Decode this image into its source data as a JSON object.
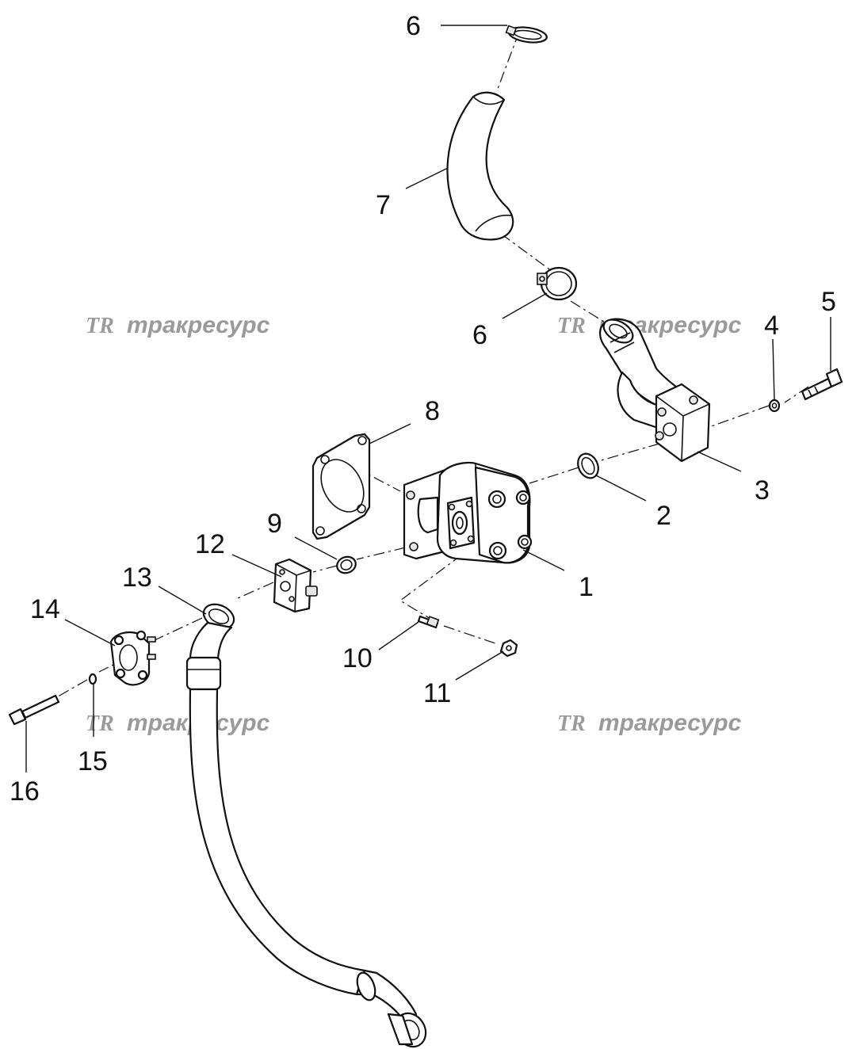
{
  "watermarks": [
    {
      "logo": "TR",
      "text": "тракресурс"
    },
    {
      "logo": "TR",
      "text": "тракресурс"
    },
    {
      "logo": "TR",
      "text": "тракресурс"
    },
    {
      "logo": "TR",
      "text": "тракресурс"
    }
  ],
  "callouts": [
    {
      "id": "c1",
      "label": "1"
    },
    {
      "id": "c2",
      "label": "2"
    },
    {
      "id": "c3",
      "label": "3"
    },
    {
      "id": "c4",
      "label": "4"
    },
    {
      "id": "c5",
      "label": "5"
    },
    {
      "id": "c6a",
      "label": "6"
    },
    {
      "id": "c6b",
      "label": "6"
    },
    {
      "id": "c7",
      "label": "7"
    },
    {
      "id": "c8",
      "label": "8"
    },
    {
      "id": "c9",
      "label": "9"
    },
    {
      "id": "c10",
      "label": "10"
    },
    {
      "id": "c11",
      "label": "11"
    },
    {
      "id": "c12",
      "label": "12"
    },
    {
      "id": "c13",
      "label": "13"
    },
    {
      "id": "c14",
      "label": "14"
    },
    {
      "id": "c15",
      "label": "15"
    },
    {
      "id": "c16",
      "label": "16"
    }
  ]
}
